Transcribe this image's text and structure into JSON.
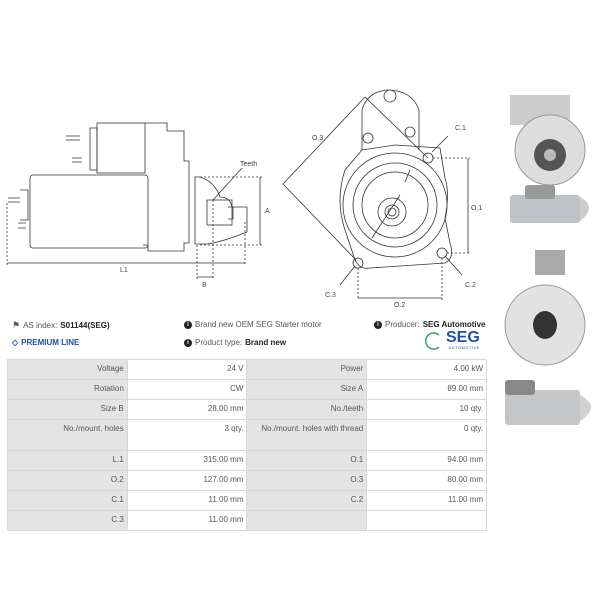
{
  "diagram": {
    "labels": {
      "teeth": "Teeth",
      "a": "A",
      "l1": "L1",
      "b": "B",
      "o3": "O.3",
      "c1": "C.1",
      "o1": "O.1",
      "c3": "C.3",
      "o2": "O.2",
      "c2": "C.2"
    }
  },
  "info": {
    "as_index_label": "AS index:",
    "as_index_value": "S01144(SEG)",
    "premium": "PREMIUM LINE",
    "desc": "Brand new OEM SEG Starter motor",
    "product_type_label": "Product type:",
    "product_type_value": "Brand new",
    "producer_label": "Producer:",
    "producer_value": "SEG Automotive",
    "logo_text": "SEG",
    "logo_sub": "AUTOMOTIVE"
  },
  "specs": [
    [
      "Voltage",
      "24 V",
      "Power",
      "4.00 kW"
    ],
    [
      "Rotation",
      "CW",
      "Size A",
      "89.00 mm"
    ],
    [
      "Size B",
      "28.00 mm",
      "No./teeth",
      "10 qty."
    ],
    [
      "No./mount. holes",
      "3 qty.",
      "No./mount. holes with thread",
      "0 qty."
    ],
    [
      "L.1",
      "315.00 mm",
      "O.1",
      "94.00 mm"
    ],
    [
      "O.2",
      "127.00 mm",
      "O.3",
      "80.00 mm"
    ],
    [
      "C.1",
      "11.00 mm",
      "C.2",
      "11.00 mm"
    ],
    [
      "C.3",
      "11.00 mm",
      "",
      ""
    ]
  ],
  "colors": {
    "accent": "#1f4fb4",
    "logo_ring": "#2aa37a"
  }
}
